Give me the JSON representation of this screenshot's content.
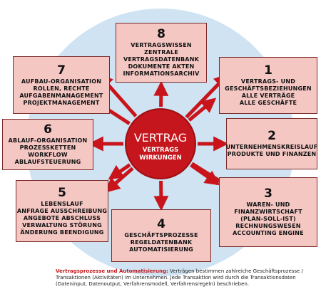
{
  "center": {
    "title": "VERTRAG",
    "subtitle_line1": "VERTRAGS",
    "subtitle_line2": "WIRKUNGEN"
  },
  "boxes": [
    {
      "number": "8",
      "lines": [
        "VERTRAGSWISSEN",
        "ZENTRALE",
        "VERTRAGSDATENBANK",
        "DOKUMENTE  AKTEN",
        "INFORMATIONSARCHIV"
      ]
    },
    {
      "number": "1",
      "lines": [
        "VERTRAGS- UND",
        "GESCHÄFTSBEZIEHUNGEN",
        "ALLE VERTRÄGE",
        "ALLE GESCHÄFTE"
      ]
    },
    {
      "number": "2",
      "lines": [
        "UNTERNEHMENSKREISLAUF",
        "PRODUKTE UND FINANZEN"
      ]
    },
    {
      "number": "3",
      "lines": [
        "WAREN- UND",
        "FINANZWIRTSCHAFT",
        "(PLAN-SOLL-IST)",
        "RECHNUNGSWESEN",
        "ACCOUNTING ENGINE"
      ]
    },
    {
      "number": "4",
      "lines": [
        "GESCHÄFTSPROZESSE",
        "REGELDATENBANK",
        "AUTOMATISIERUNG"
      ]
    },
    {
      "number": "5",
      "lines": [
        "LEBENSLAUF",
        "ANFRAGE AUSSCHREIBUNG",
        "ANGEBOTE  ABSCHLUSS",
        "VERWALTUNG STÖRUNG",
        "ÄNDERUNG BEENDIGUNG"
      ]
    },
    {
      "number": "6",
      "lines": [
        "ABLAUF-ORGANISATION",
        "PROZESSKETTEN",
        "WORKFLOW",
        "ABLAUFSTEUERUNG"
      ]
    },
    {
      "number": "7",
      "lines": [
        "AUFBAU-ORGANISATION",
        "ROLLEN, RECHTE",
        "AUFGABENMANAGEMENT",
        "PROJEKTMANAGEMENT"
      ]
    }
  ],
  "caption": {
    "highlight": "Vertragsprozesse und Automatisierung:",
    "line1": " Verträgen bestimmen zahlreiche Geschäftsprozesse /",
    "line2": "Transaktionen (Aktivitäten) im Unternehmen.  Jede Transaktion wird durch die Transaktionsdaten",
    "line3": "(Dateninput, Datenoutput, Verfahrensmodell, Verfahrensregeln) beschrieben."
  },
  "colors": {
    "ring": "#cfe3f2",
    "center": "#c4161c",
    "arrow": "#c8141a",
    "box_fill": "#f4c7c3",
    "box_border": "#7a2a2a"
  }
}
